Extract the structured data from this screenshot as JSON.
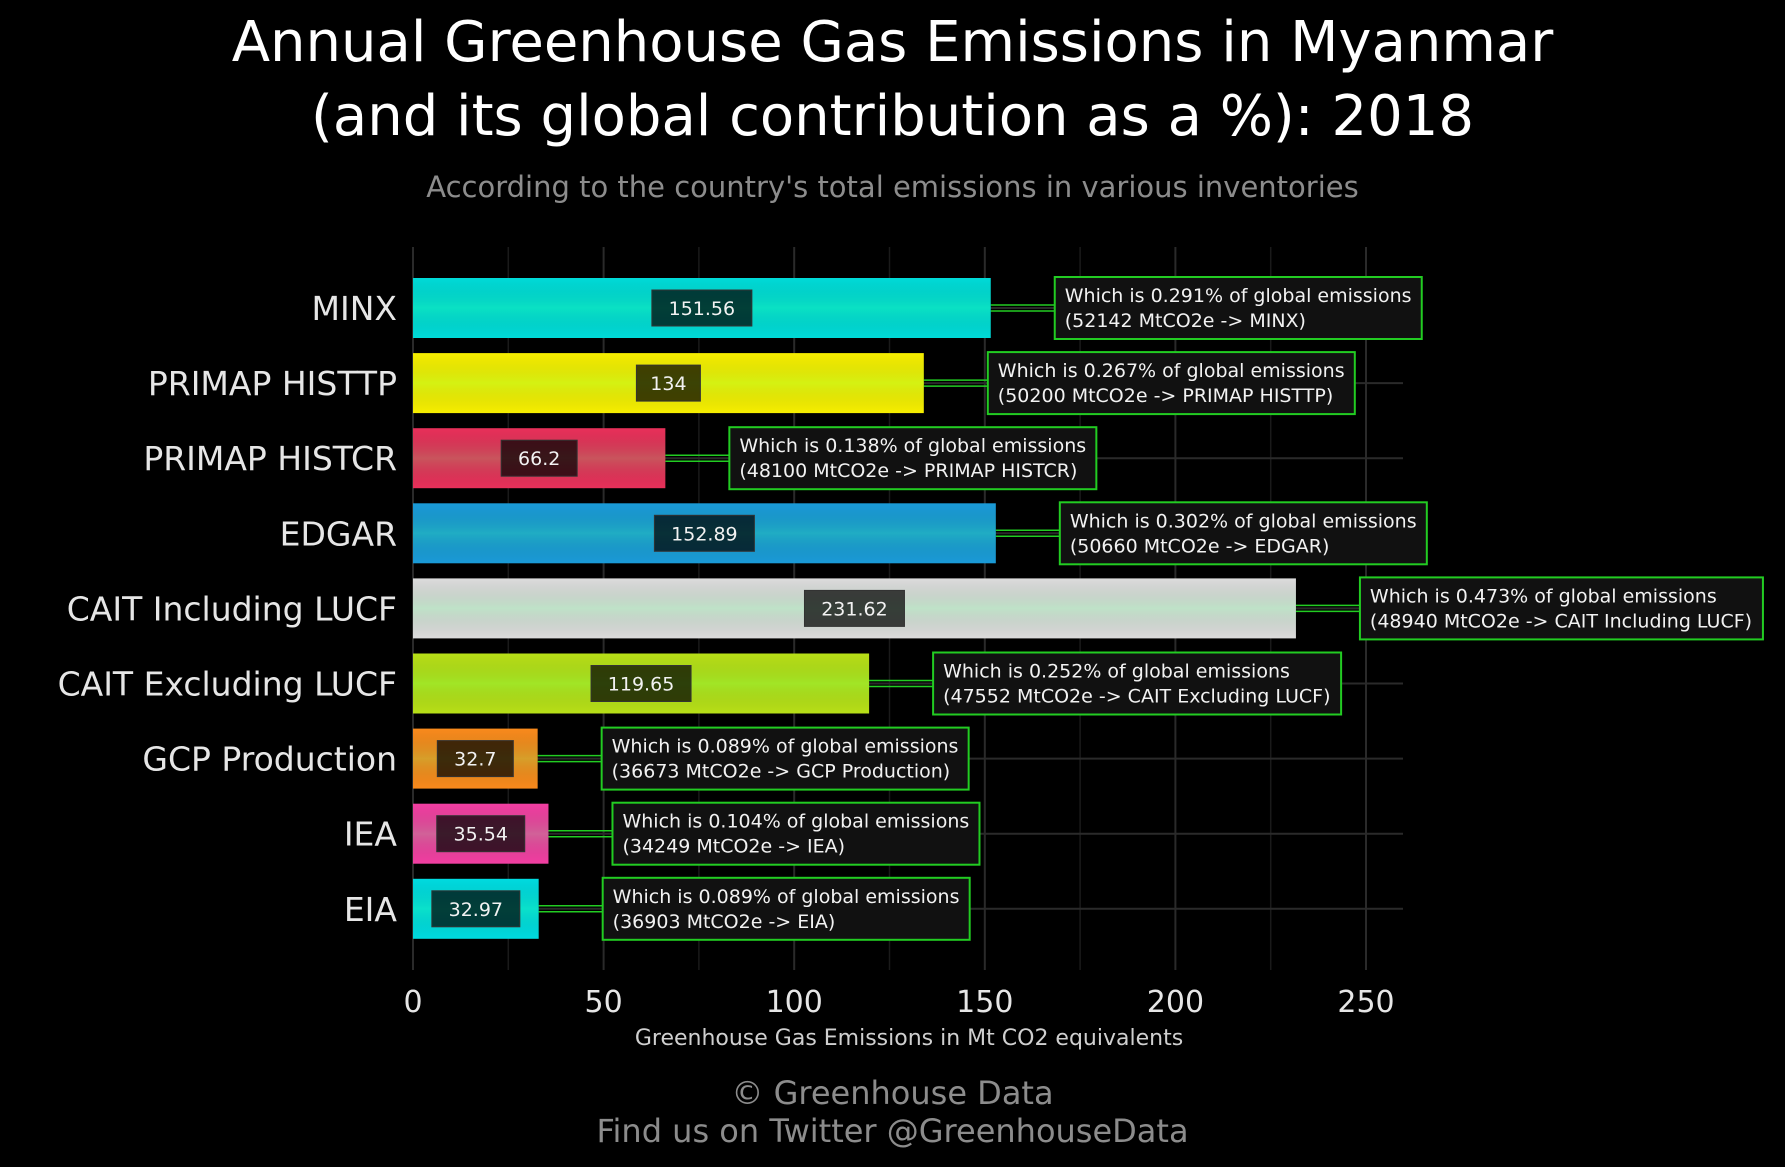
{
  "title_line1": "Annual Greenhouse Gas Emissions in Myanmar",
  "title_line2": "(and its global contribution as a %): 2018",
  "subtitle": "According to the country's total emissions in various inventories",
  "footer_line1": "© Greenhouse Data",
  "footer_line2": "Find us on Twitter @GreenhouseData",
  "colors": {
    "background": "#000000",
    "grid": "#2a2a2a",
    "annotation_border": "#22cc22",
    "annotation_fill": "#111111",
    "connector": "#22cc22"
  },
  "chart_data": {
    "type": "bar",
    "orientation": "horizontal",
    "categories": [
      "MINX",
      "PRIMAP HISTTP",
      "PRIMAP HISTCR",
      "EDGAR",
      "CAIT Including LUCF",
      "CAIT Excluding LUCF",
      "GCP Production",
      "IEA",
      "EIA"
    ],
    "values": [
      151.56,
      134,
      66.2,
      152.89,
      231.62,
      119.65,
      32.7,
      35.54,
      32.97
    ],
    "value_labels": [
      "151.56",
      "134",
      "66.2",
      "152.89",
      "231.62",
      "119.65",
      "32.7",
      "35.54",
      "32.97"
    ],
    "bar_colors": [
      "#00dbd8",
      "#f7ef00",
      "#e8305a",
      "#1a9bd8",
      "#dcdcdc",
      "#b8e017",
      "#f98a1c",
      "#f23fa2",
      "#00dbe0"
    ],
    "annotations": [
      {
        "line1": "Which is 0.291% of global emissions",
        "line2": "(52142 MtCO2e -> MINX)"
      },
      {
        "line1": "Which is 0.267% of global emissions",
        "line2": "(50200 MtCO2e -> PRIMAP HISTTP)"
      },
      {
        "line1": "Which is 0.138% of global emissions",
        "line2": "(48100 MtCO2e -> PRIMAP HISTCR)"
      },
      {
        "line1": "Which is 0.302% of global emissions",
        "line2": "(50660 MtCO2e -> EDGAR)"
      },
      {
        "line1": "Which is 0.473% of global emissions",
        "line2": "(48940 MtCO2e -> CAIT Including LUCF)"
      },
      {
        "line1": "Which is 0.252% of global emissions",
        "line2": "(47552 MtCO2e -> CAIT Excluding LUCF)"
      },
      {
        "line1": "Which is 0.089% of global emissions",
        "line2": "(36673 MtCO2e -> GCP Production)"
      },
      {
        "line1": "Which is 0.104% of global emissions",
        "line2": "(34249 MtCO2e -> IEA)"
      },
      {
        "line1": "Which is 0.089% of global emissions",
        "line2": "(36903 MtCO2e -> EIA)"
      }
    ],
    "xticks": [
      0,
      50,
      100,
      150,
      200,
      250
    ],
    "xlim": [
      0,
      260
    ],
    "xlabel": "Greenhouse Gas Emissions in Mt CO2 equivalents",
    "ylabel": "",
    "grid": true
  }
}
